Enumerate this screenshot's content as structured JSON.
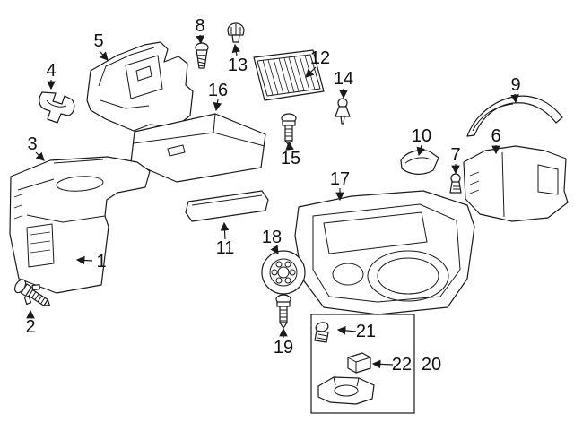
{
  "diagram": {
    "type": "exploded-parts-diagram",
    "colors": {
      "background": "#ffffff",
      "line": "#1a1a1a",
      "label": "#111111"
    },
    "callouts": {
      "c1": "1",
      "c2": "2",
      "c3": "3",
      "c4": "4",
      "c5": "5",
      "c6": "6",
      "c7": "7",
      "c8": "8",
      "c9": "9",
      "c10": "10",
      "c11": "11",
      "c12": "12",
      "c13": "13",
      "c14": "14",
      "c15": "15",
      "c16": "16",
      "c17": "17",
      "c18": "18",
      "c19": "19",
      "c20": "20",
      "c21": "21",
      "c22": "22"
    }
  }
}
